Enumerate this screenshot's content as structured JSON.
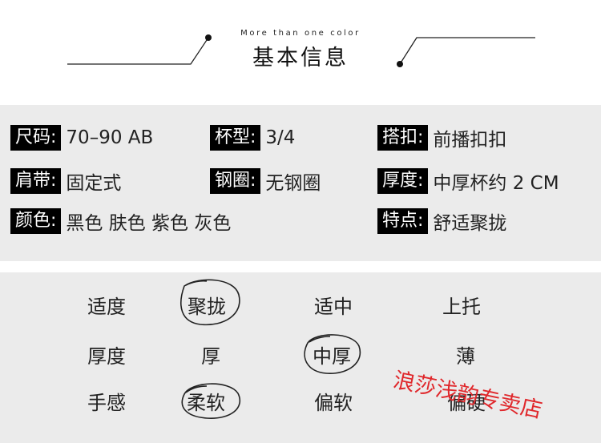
{
  "header": {
    "subtitle": "More than one color",
    "title": "基本信息"
  },
  "specs": {
    "size": {
      "label": "尺码:",
      "value": "70–90 AB"
    },
    "cup": {
      "label": "杯型:",
      "value": "3/4"
    },
    "clasp": {
      "label": "搭扣:",
      "value": "前播扣扣"
    },
    "strap": {
      "label": "肩带:",
      "value": "固定式"
    },
    "wire": {
      "label": "钢圈:",
      "value": "无钢圈"
    },
    "thick": {
      "label": "厚度:",
      "value": "中厚杯约 2 CM"
    },
    "color": {
      "label": "颜色:",
      "value": "黑色 肤色 紫色 灰色"
    },
    "feature": {
      "label": "特点:",
      "value": "舒适聚拢"
    }
  },
  "scale": {
    "rows": [
      {
        "label": "适度",
        "options": [
          "聚拢",
          "适中",
          "上托"
        ],
        "selected": "聚拢"
      },
      {
        "label": "厚度",
        "options": [
          "厚",
          "中厚",
          "薄"
        ],
        "selected": "中厚"
      },
      {
        "label": "手感",
        "options": [
          "柔软",
          "偏软",
          "偏硬"
        ],
        "selected": "柔软"
      }
    ]
  },
  "watermark": "浪莎浅韵专卖店",
  "colors": {
    "panel": "#ebebeb",
    "tag_bg": "#000000",
    "watermark": "#e0282c"
  }
}
